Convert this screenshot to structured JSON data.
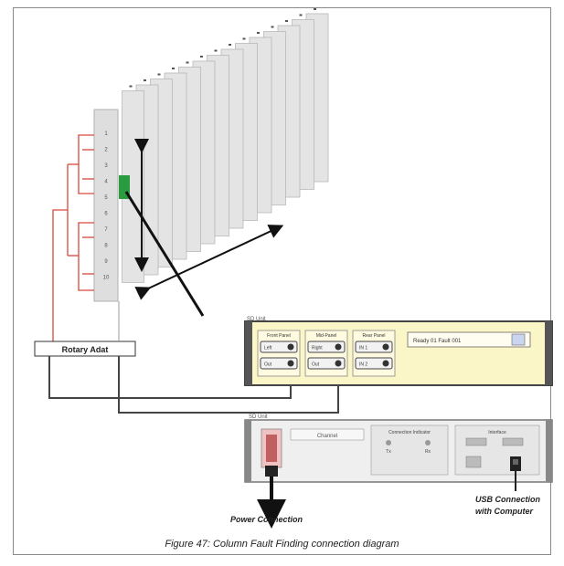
{
  "figure": {
    "caption": "Figure 47: Column Fault Finding connection diagram"
  },
  "rotary_box": {
    "label": "Rotary Adat"
  },
  "unit_upper": {
    "label": "SD Unit",
    "groups": [
      "Front Panel",
      "Mid-Panel",
      "Rear Panel"
    ],
    "display_text": "Ready 01 Fault 001",
    "connector_top": [
      "Left",
      "Right",
      "IN 1"
    ],
    "connector_bottom": [
      "Out",
      "Out",
      "IN 2"
    ]
  },
  "unit_lower": {
    "label": "SD Unit",
    "field": "Channel",
    "mid_panel_title": "Connection Indicator",
    "mid_panel_labels": [
      "Tx",
      "Rx"
    ],
    "right_panel_title": "Interface"
  },
  "labels": {
    "power": "Power Connection",
    "usb_line1": "USB Connection",
    "usb_line2": "with Computer"
  },
  "colors": {
    "wire_red": "#d9483b",
    "wire_dark": "#333333",
    "column_face": "#e4e4e4",
    "indicator_green": "#2a9b3f",
    "unit_panel": "#fbf6c8",
    "unit_gray": "#efefef"
  },
  "column_numbers": [
    "1",
    "2",
    "3",
    "4",
    "5",
    "6",
    "7",
    "8",
    "9",
    "10"
  ]
}
